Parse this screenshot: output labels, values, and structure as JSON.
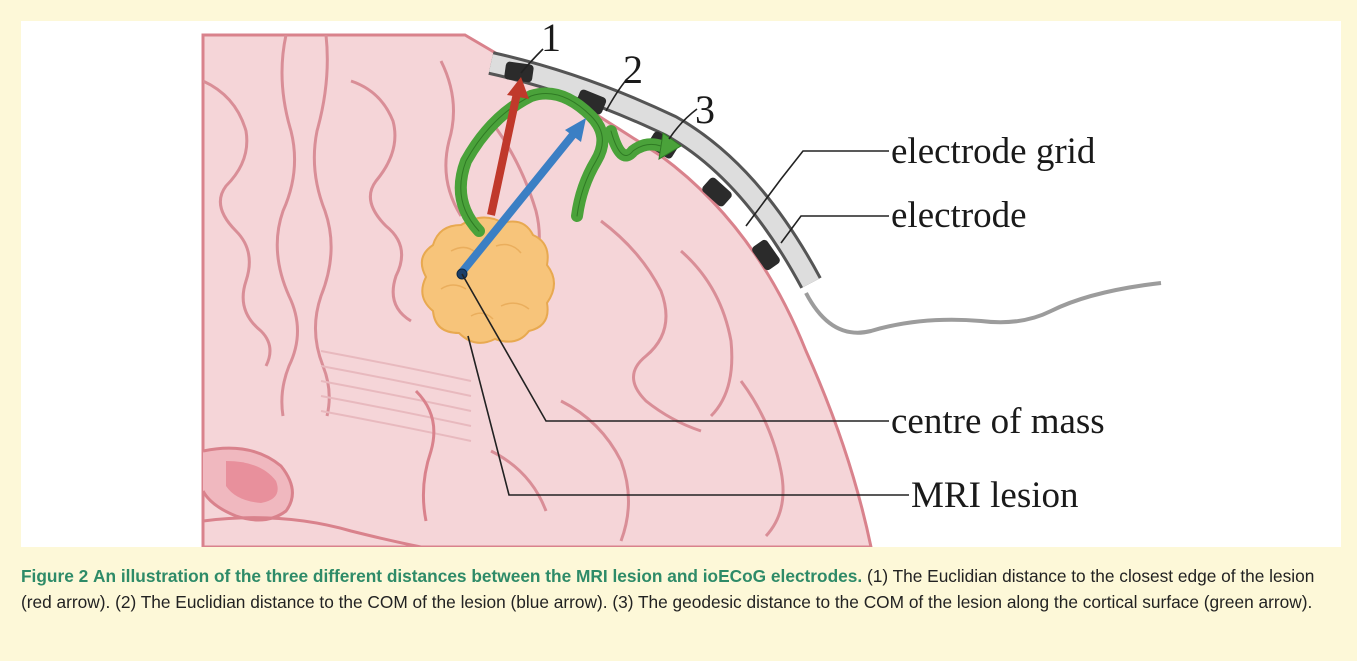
{
  "figure": {
    "labels": {
      "n1": "1",
      "n2": "2",
      "n3": "3",
      "electrode_grid": "electrode grid",
      "electrode": "electrode",
      "centre_of_mass": "centre of mass",
      "mri_lesion": "MRI lesion"
    },
    "colors": {
      "brain_fill": "#f5d5d8",
      "brain_outline": "#d9828c",
      "lesion": "#f7c47a",
      "red_arrow": "#c0392b",
      "blue_arrow": "#3b7fc4",
      "green_arrow": "#4aa23a",
      "electrode_pad": "#2b2b2b",
      "grid_strip": "#dddddd"
    }
  },
  "caption": {
    "label": "Figure 2",
    "title": "An illustration of the three different distances between the MRI lesion and ioECoG electrodes.",
    "body": " (1) The Euclidian distance to the closest edge of the lesion (red arrow). (2) The Euclidian distance to the COM of the lesion (blue arrow). (3) The geodesic distance to the COM of the lesion along the cortical surface (green arrow)."
  }
}
